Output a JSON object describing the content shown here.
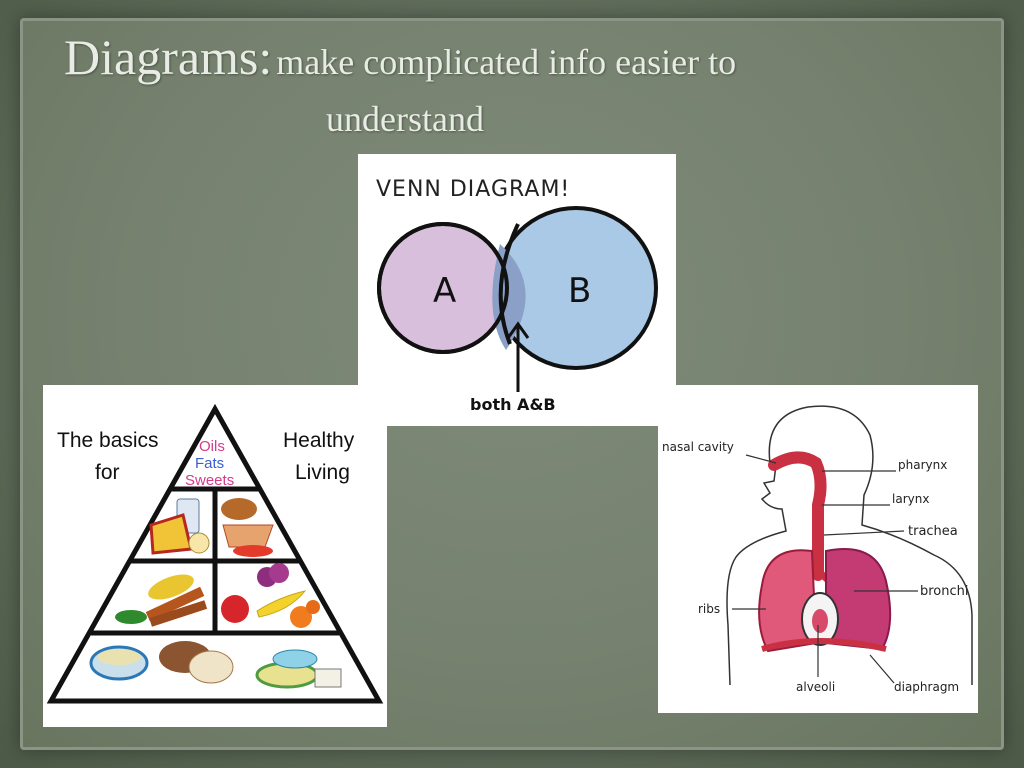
{
  "slide": {
    "title_main": "Diagrams:",
    "title_sub": "make complicated info easier to",
    "title_sub_line2": "understand"
  },
  "venn": {
    "heading": "VENN DIAGRAM!",
    "label_a": "A",
    "label_b": "B",
    "overlap_label": "both A&B",
    "colors": {
      "a": "#d8bfdc",
      "b": "#a9c9e6",
      "overlap": "#8aa0c6"
    }
  },
  "pyramid": {
    "left_text_1": "The basics",
    "left_text_2": "for",
    "right_text_1": "Healthy",
    "right_text_2": "Living",
    "top_1": "Oils",
    "top_2": "Fats",
    "top_3": "Sweets"
  },
  "respiratory": {
    "labels": {
      "nasal": "nasal cavity",
      "pharynx": "pharynx",
      "larynx": "larynx",
      "trachea": "trachea",
      "bronchi": "bronchi",
      "ribs": "ribs",
      "alveoli": "alveoli",
      "diaphragm": "diaphragm"
    }
  }
}
